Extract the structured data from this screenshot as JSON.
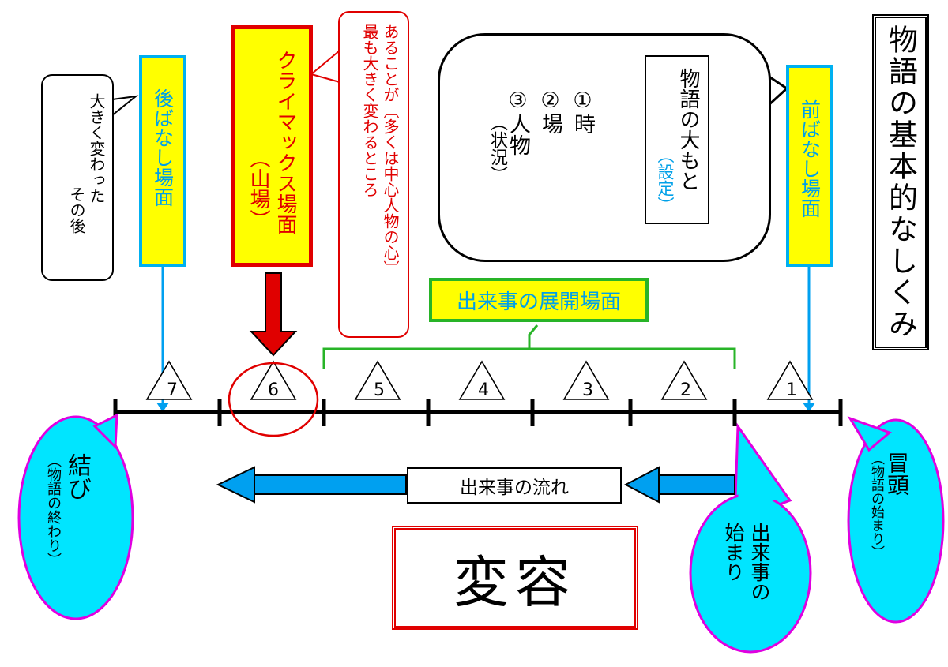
{
  "title": "物語の基本的なしくみ",
  "after_scene": {
    "label": "後ばなし場面",
    "note_lines": [
      "大きく変わった",
      "その後"
    ]
  },
  "climax": {
    "label": "クライマックス場面",
    "sub": "（山場）",
    "desc_lines": [
      "あることが〔多くは中心人物の心〕",
      "最も大きく変わるところ"
    ]
  },
  "setting": {
    "items": [
      "①時",
      "②場",
      "③人物"
    ],
    "items_note": "（状況）",
    "label": "物語の大もと",
    "label_sub": "（設定）"
  },
  "before_scene": {
    "label": "前ばなし場面"
  },
  "development": {
    "label": "出来事の展開場面"
  },
  "stages": [
    "7",
    "6",
    "5",
    "4",
    "3",
    "2",
    "1"
  ],
  "ending": {
    "label": "結び",
    "sub": "（物語の終わり）"
  },
  "flow": {
    "label": "出来事の流れ"
  },
  "event_start": {
    "lines": [
      "出来事の",
      "始まり"
    ]
  },
  "opening": {
    "label": "冒頭",
    "sub": "（物語の始まり）"
  },
  "transformation": {
    "label": "変容"
  },
  "colors": {
    "accent_red": "#e00000",
    "highlight_yellow": "#ffff00",
    "cyan_fill": "#00e5ff",
    "magenta_border": "#e000e0",
    "arrow_blue": "#00a0f0",
    "green_line": "#28b428"
  }
}
